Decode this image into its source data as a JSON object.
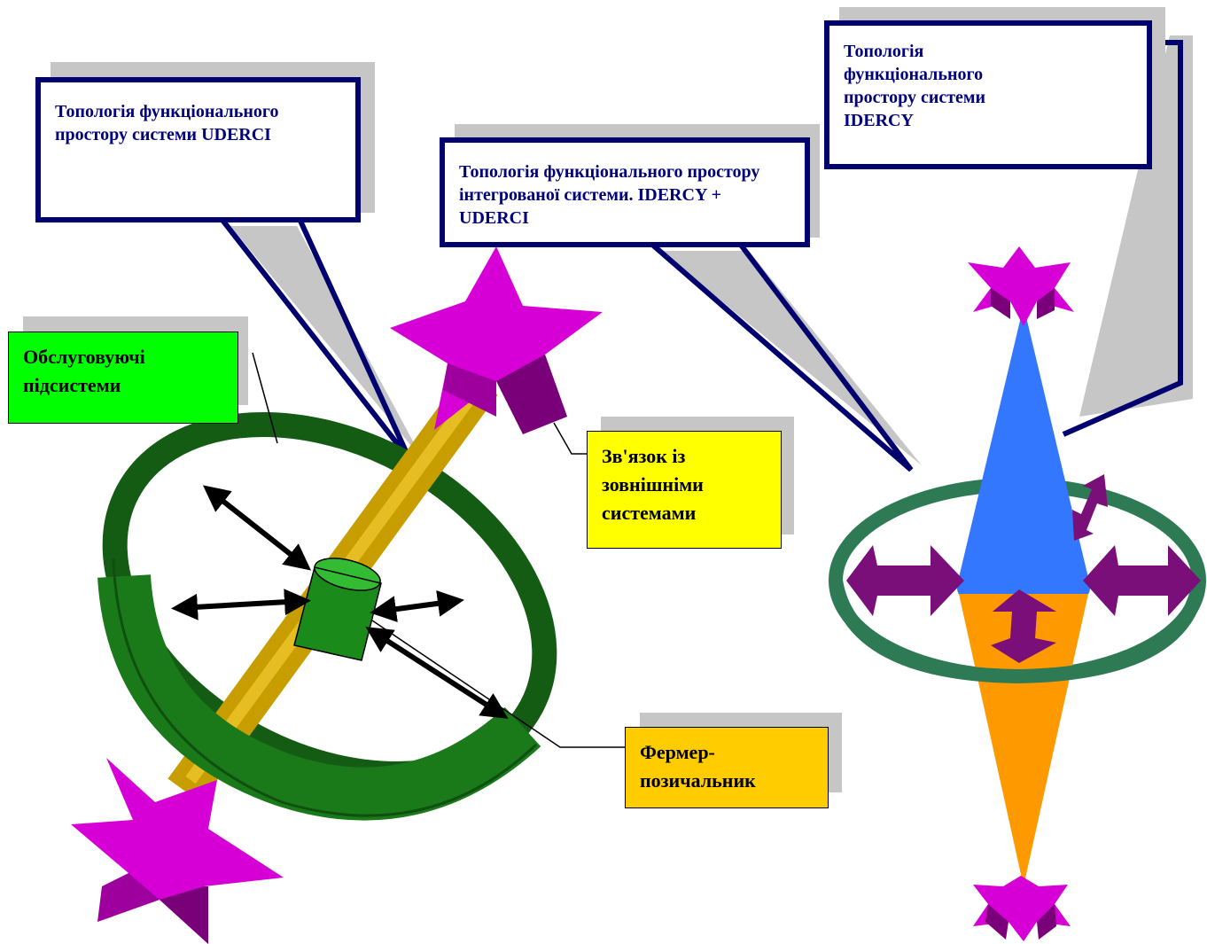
{
  "callouts": {
    "uderci": "Топологія функціонального простору системи  UDERCI",
    "integrated": "Топологія функціонального простору  інтегрованої системи. IDERCY + UDERCI",
    "idercy": "Топологія функціонального простору  системи IDERCY"
  },
  "labels": {
    "service": "Обслуговуючі підсистеми",
    "external": "Зв'язок із зовнішніми системами",
    "farmer": "Фермер-позичальник"
  },
  "colors": {
    "callout_border": "#00006e",
    "service_fill": "#00ff00",
    "external_fill": "#ffff00",
    "farmer_fill": "#ffcc00",
    "ring": "#1f7a1f",
    "star": "#d600d6",
    "arrow": "#d4a800",
    "cone_top": "#3377ff",
    "cone_bottom": "#ff9900",
    "small_arrow": "#7a0f7a"
  }
}
